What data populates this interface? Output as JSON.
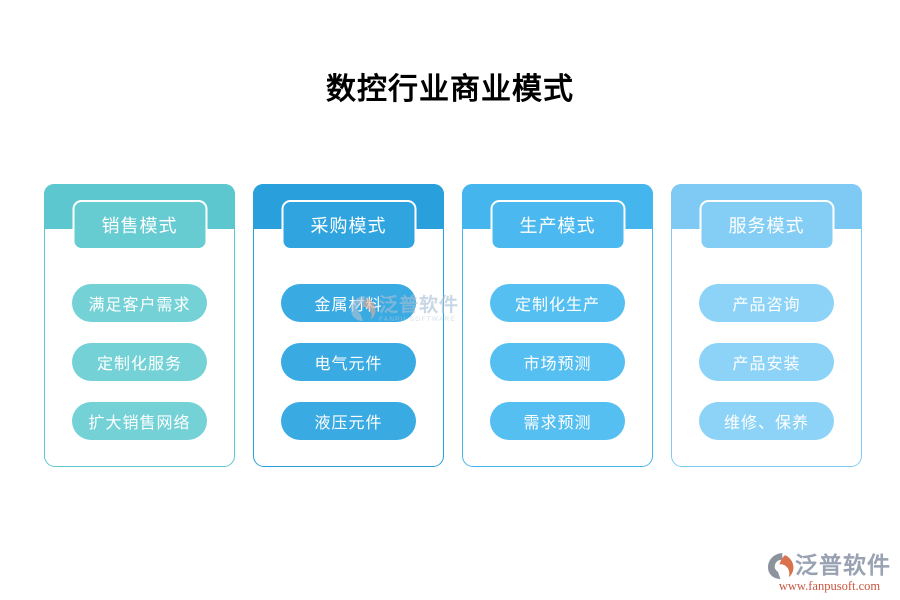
{
  "page": {
    "title": "数控行业商业模式",
    "background": "#ffffff"
  },
  "columns": [
    {
      "header": "销售模式",
      "items": [
        "满足客户需求",
        "定制化服务",
        "扩大销售网络"
      ],
      "colors": {
        "band": "#5cc7ce",
        "header": "#67ccd2",
        "item": "#74d2d7"
      }
    },
    {
      "header": "采购模式",
      "items": [
        "金属材料",
        "电气元件",
        "液压元件"
      ],
      "colors": {
        "band": "#299fdc",
        "header": "#2fa4df",
        "item": "#39aae2"
      }
    },
    {
      "header": "生产模式",
      "items": [
        "定制化生产",
        "市场预测",
        "需求预测"
      ],
      "colors": {
        "band": "#45b5ee",
        "header": "#4bb9f0",
        "item": "#56bff2"
      }
    },
    {
      "header": "服务模式",
      "items": [
        "产品咨询",
        "产品安装",
        "维修、保养"
      ],
      "colors": {
        "band": "#7ecaf4",
        "header": "#84cef6",
        "item": "#8dd3f7"
      }
    }
  ],
  "watermark": {
    "text": "泛普软件",
    "subtext": "FANPU SOFTWARE",
    "text_color": "#a7c0d6"
  },
  "brand": {
    "name": "泛普软件",
    "url": "www.fanpusoft.com",
    "name_color": "#98a2b2",
    "url_color": "#c9553f",
    "icon": "fanpu-logo-icon",
    "icon_gray": "#8d939d",
    "icon_orange": "#d9734e"
  }
}
